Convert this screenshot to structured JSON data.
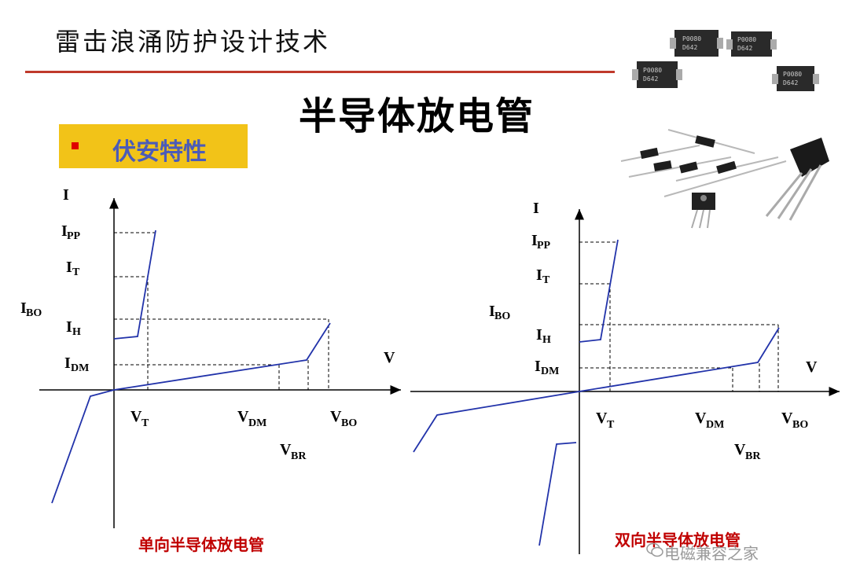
{
  "header": {
    "slide_title": "雷击浪涌防护设计技术",
    "main_title": "半导体放电管",
    "section_label": "伏安特性"
  },
  "left_diagram": {
    "axis_y": "I",
    "axis_x": "V",
    "labels": {
      "ipp": {
        "main": "I",
        "sub": "PP"
      },
      "it": {
        "main": "I",
        "sub": "T"
      },
      "ibo": {
        "main": "I",
        "sub": "BO"
      },
      "ih": {
        "main": "I",
        "sub": "H"
      },
      "idm": {
        "main": "I",
        "sub": "DM"
      },
      "vt": {
        "main": "V",
        "sub": "T"
      },
      "vdm": {
        "main": "V",
        "sub": "DM"
      },
      "vbo": {
        "main": "V",
        "sub": "BO"
      },
      "vbr": {
        "main": "V",
        "sub": "BR"
      }
    },
    "caption": "单向半导体放电管"
  },
  "right_diagram": {
    "axis_y": "I",
    "axis_x": "V",
    "labels": {
      "ipp": {
        "main": "I",
        "sub": "PP"
      },
      "it": {
        "main": "I",
        "sub": "T"
      },
      "ibo": {
        "main": "I",
        "sub": "BO"
      },
      "ih": {
        "main": "I",
        "sub": "H"
      },
      "idm": {
        "main": "I",
        "sub": "DM"
      },
      "vt": {
        "main": "V",
        "sub": "T"
      },
      "vdm": {
        "main": "V",
        "sub": "DM"
      },
      "vbo": {
        "main": "V",
        "sub": "BO"
      },
      "vbr": {
        "main": "V",
        "sub": "BR"
      }
    },
    "caption": "双向半导体放电管"
  },
  "product_photo": {
    "part_marking_top": "P0080",
    "part_marking_bottom": "D642"
  },
  "watermark": "电磁兼容之家",
  "colors": {
    "curve": "#2233aa",
    "rule": "#c0392b",
    "section_bg": "#f2c318",
    "section_text": "#4b5bb8",
    "caption": "#c00000"
  }
}
